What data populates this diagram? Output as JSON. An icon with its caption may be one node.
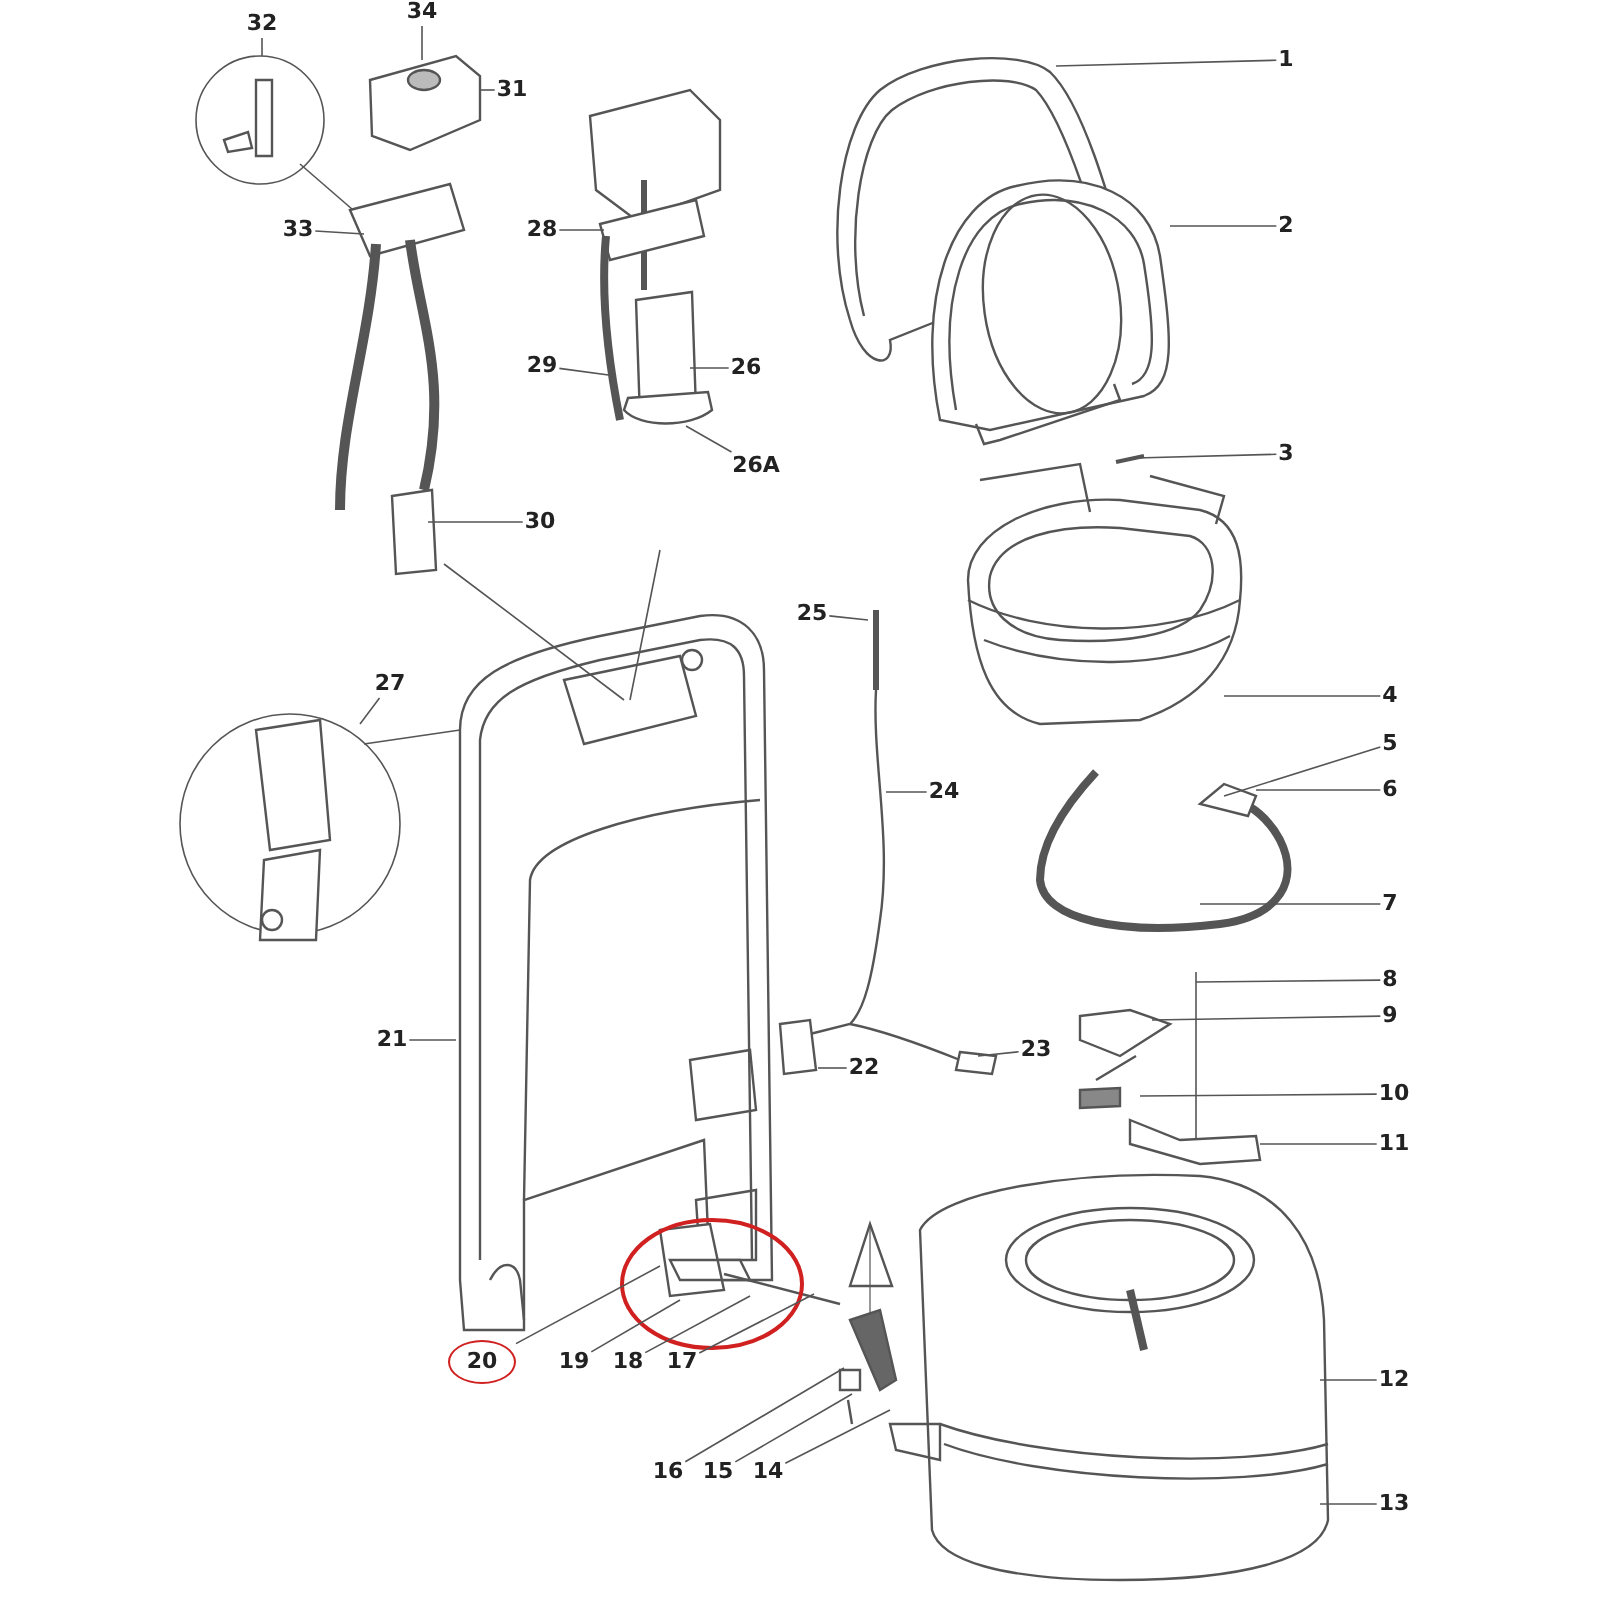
{
  "diagram": {
    "nodes": [
      {
        "text": [
          "1"
        ]
      },
      {
        "text": [
          "2"
        ]
      },
      {
        "text": [
          "3"
        ]
      },
      {
        "text": [
          "4"
        ]
      },
      {
        "text": [
          "5"
        ]
      },
      {
        "text": [
          "6"
        ]
      },
      {
        "text": [
          "7"
        ]
      },
      {
        "text": [
          "8"
        ]
      },
      {
        "text": [
          "9"
        ]
      },
      {
        "text": [
          "10"
        ]
      },
      {
        "text": [
          "11"
        ]
      },
      {
        "text": [
          "12"
        ]
      },
      {
        "text": [
          "13"
        ]
      },
      {
        "text": [
          "14"
        ]
      },
      {
        "text": [
          "15"
        ]
      },
      {
        "text": [
          "16"
        ]
      },
      {
        "text": [
          "17"
        ]
      },
      {
        "text": [
          "18"
        ]
      },
      {
        "text": [
          "19"
        ]
      },
      {
        "text": [
          "20"
        ]
      },
      {
        "text": [
          "21"
        ]
      },
      {
        "text": [
          "22"
        ]
      },
      {
        "text": [
          "23"
        ]
      },
      {
        "text": [
          "24"
        ]
      },
      {
        "text": [
          "25"
        ]
      },
      {
        "text": [
          "26"
        ]
      },
      {
        "text": [
          "26A"
        ]
      },
      {
        "text": [
          "27"
        ]
      },
      {
        "text": [
          "28"
        ]
      },
      {
        "text": [
          "29"
        ]
      },
      {
        "text": [
          "30"
        ]
      },
      {
        "text": [
          "31"
        ]
      },
      {
        "text": [
          "32"
        ]
      },
      {
        "text": [
          "33"
        ]
      },
      {
        "text": [
          "34"
        ]
      }
    ],
    "edges": [
      {
        "from": 0,
        "to": null,
        "arrow": "none"
      },
      {
        "from": 1,
        "to": null,
        "arrow": "none"
      },
      {
        "from": 2,
        "to": null,
        "arrow": "none"
      },
      {
        "from": 3,
        "to": null,
        "arrow": "none"
      },
      {
        "from": 4,
        "to": null,
        "arrow": "none"
      },
      {
        "from": 5,
        "to": null,
        "arrow": "none"
      },
      {
        "from": 6,
        "to": null,
        "arrow": "none"
      },
      {
        "from": 7,
        "to": null,
        "arrow": "none"
      },
      {
        "from": 8,
        "to": null,
        "arrow": "none"
      },
      {
        "from": 9,
        "to": null,
        "arrow": "none"
      },
      {
        "from": 10,
        "to": null,
        "arrow": "none"
      },
      {
        "from": 11,
        "to": null,
        "arrow": "none"
      },
      {
        "from": 12,
        "to": null,
        "arrow": "none"
      },
      {
        "from": 13,
        "to": null,
        "arrow": "none"
      },
      {
        "from": 14,
        "to": null,
        "arrow": "none"
      },
      {
        "from": 15,
        "to": null,
        "arrow": "none"
      },
      {
        "from": 16,
        "to": null,
        "arrow": "none"
      },
      {
        "from": 17,
        "to": null,
        "arrow": "none"
      },
      {
        "from": 18,
        "to": null,
        "arrow": "none"
      },
      {
        "from": 19,
        "to": null,
        "arrow": "none"
      },
      {
        "from": 20,
        "to": null,
        "arrow": "none"
      },
      {
        "from": 21,
        "to": null,
        "arrow": "none"
      },
      {
        "from": 22,
        "to": null,
        "arrow": "none"
      },
      {
        "from": 23,
        "to": null,
        "arrow": "none"
      },
      {
        "from": 24,
        "to": null,
        "arrow": "none"
      },
      {
        "from": 25,
        "to": null,
        "arrow": "none"
      },
      {
        "from": 26,
        "to": null,
        "arrow": "none"
      },
      {
        "from": 27,
        "to": null,
        "arrow": "none"
      },
      {
        "from": 28,
        "to": null,
        "arrow": "none"
      },
      {
        "from": 29,
        "to": null,
        "arrow": "none"
      },
      {
        "from": 30,
        "to": null,
        "arrow": "none"
      },
      {
        "from": 31,
        "to": null,
        "arrow": "none"
      },
      {
        "from": 32,
        "to": null,
        "arrow": "none"
      },
      {
        "from": 33,
        "to": null,
        "arrow": "none"
      },
      {
        "from": 34,
        "to": null,
        "arrow": "none"
      }
    ]
  }
}
